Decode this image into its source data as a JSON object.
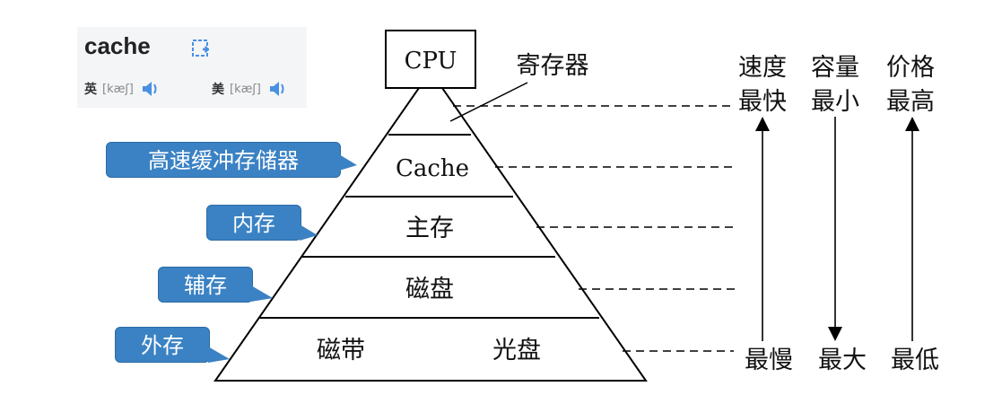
{
  "dictionary": {
    "word": "cache",
    "uk": {
      "lang": "英",
      "ipa": "[kæʃ]"
    },
    "us": {
      "lang": "美",
      "ipa": "[kæʃ]"
    },
    "icons": {
      "bookmark": "bookmark-add-icon",
      "speaker": "speaker-icon"
    }
  },
  "diagram": {
    "cpu_label": "CPU",
    "register_label": "寄存器",
    "levels": {
      "cache": "Cache",
      "main_memory": "主存",
      "disk": "磁盘",
      "tape": "磁带",
      "optical": "光盘"
    },
    "callouts": {
      "cache_memory": "高速缓冲存储器",
      "internal_memory": "内存",
      "auxiliary_memory": "辅存",
      "external_memory": "外存"
    },
    "axes": [
      {
        "title": "速度",
        "top": "最快",
        "bottom": "最慢",
        "direction": "up"
      },
      {
        "title": "容量",
        "top": "最小",
        "bottom": "最大",
        "direction": "down"
      },
      {
        "title": "价格",
        "top": "最高",
        "bottom": "最低",
        "direction": "up"
      }
    ],
    "colors": {
      "callout": "#3b82c4",
      "line": "#000000"
    }
  }
}
